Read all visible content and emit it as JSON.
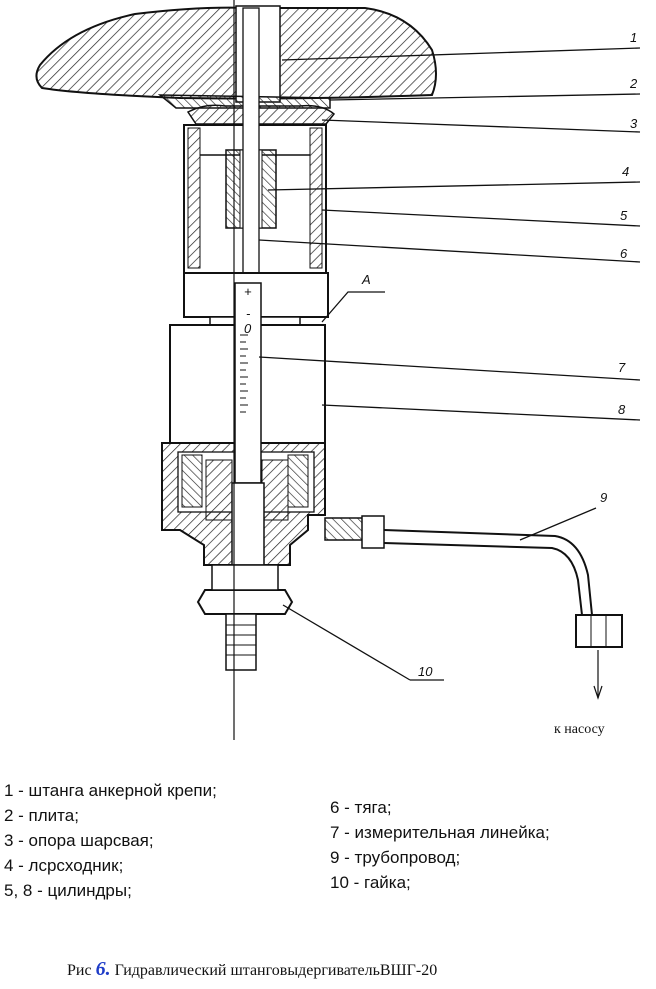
{
  "callouts": [
    "1",
    "2",
    "3",
    "4",
    "5",
    "6",
    "A",
    "7",
    "8",
    "9",
    "10"
  ],
  "scale_marks": [
    "+",
    "0",
    "-"
  ],
  "pump_note": "к насосу",
  "legend": {
    "left": [
      "1 - штанга анкерной крепи;",
      "2 - плита;",
      "3 - опора шарсвая;",
      "4 - лсрсходник;",
      "5, 8 - цилиндры;"
    ],
    "right": [
      "6 - тяга;",
      "7 - измерительная линейка;",
      "9 - трубопровод;",
      "10 - гайка;"
    ]
  },
  "caption": {
    "prefix": "Рис",
    "number": "6.",
    "title": "Гидравлический штанговыдергивательВШГ-20"
  },
  "colors": {
    "ink": "#111111",
    "figure_number": "#1e3cc8"
  }
}
